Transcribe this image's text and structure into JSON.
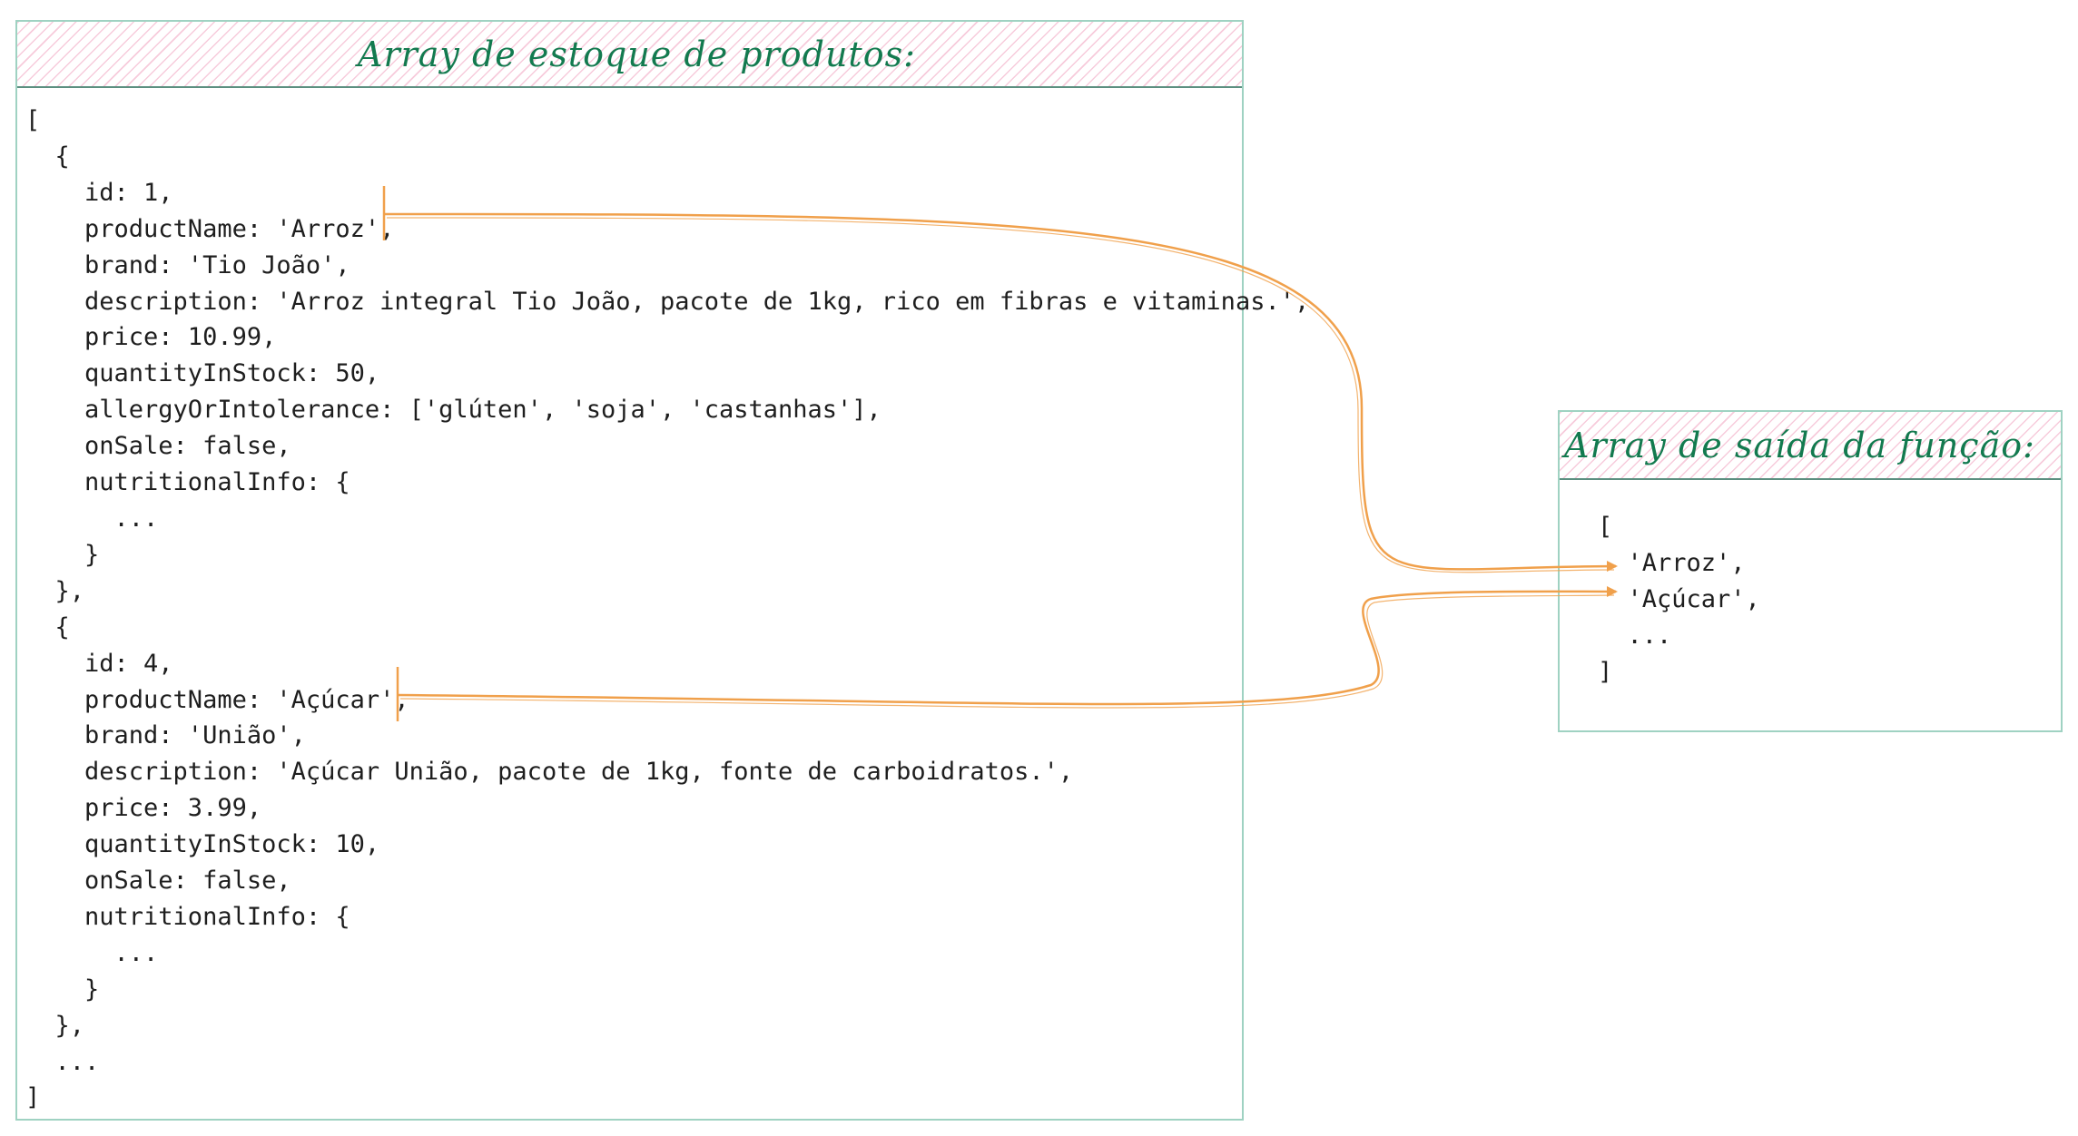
{
  "inventory_panel": {
    "title": "Array de estoque de produtos:",
    "code_lines": [
      "[",
      "  {",
      "    id: 1,",
      "    productName: 'Arroz',",
      "    brand: 'Tio João',",
      "    description: 'Arroz integral Tio João, pacote de 1kg, rico em fibras e vitaminas.',",
      "    price: 10.99,",
      "    quantityInStock: 50,",
      "    allergyOrIntolerance: ['glúten', 'soja', 'castanhas'],",
      "    onSale: false,",
      "    nutritionalInfo: {",
      "      ...",
      "    }",
      "  },",
      "  {",
      "    id: 4,",
      "    productName: 'Açúcar',",
      "    brand: 'União',",
      "    description: 'Açúcar União, pacote de 1kg, fonte de carboidratos.',",
      "    price: 3.99,",
      "    quantityInStock: 10,",
      "    onSale: false,",
      "    nutritionalInfo: {",
      "      ...",
      "    }",
      "  },",
      "  ...",
      "]"
    ]
  },
  "output_panel": {
    "title": "Array de saída da função:",
    "code_lines": [
      "[",
      "  'Arroz',",
      "  'Açúcar',",
      "  ...",
      "]"
    ]
  },
  "colors": {
    "panel_border": "#9fd2c2",
    "header_rule": "#5c8f80",
    "title_text": "#137a4f",
    "hatch": "#f0a0be",
    "arrow": "#f0a04b"
  }
}
